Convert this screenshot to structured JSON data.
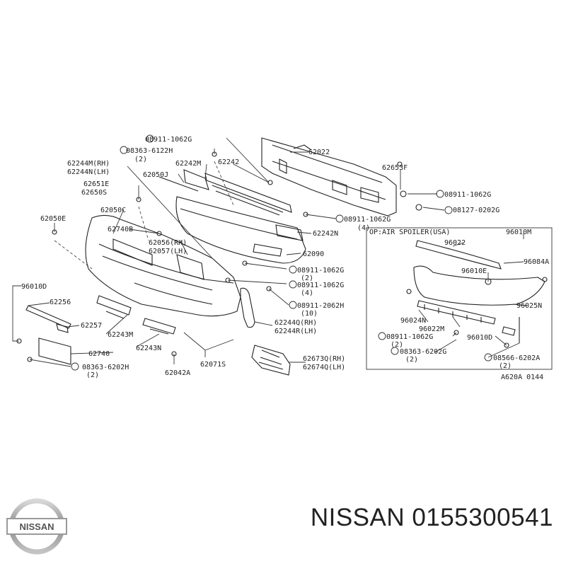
{
  "diagram": {
    "labels": {
      "l62022": "62022",
      "l62653f": "62653F",
      "l08911a": "08911-1062G",
      "l08363a": "08363-6122H",
      "l08363a_q": "(2)",
      "l62244m": "62244M(RH)",
      "l62244n": "62244N(LH)",
      "l62242m": "62242M",
      "l62242": "62242",
      "l62050j": "62050J",
      "l62651e": "62651E",
      "l62650s": "62650S",
      "l62050c": "62050C",
      "l62050e": "62050E",
      "l62740b": "62740B",
      "l62056": "62056(RH)",
      "l62057": "62057(LH)",
      "l08911b": "08911-1062G",
      "l08127": "08127-0202G",
      "l08911c": "08911-1062G",
      "l08911c_q": "(4)",
      "l62242n": "62242N",
      "l62090": "62090",
      "l08911d": "08911-1062G",
      "l08911d_q": "(2)",
      "l08911e": "08911-1062G",
      "l08911e_q": "(4)",
      "l08911f": "08911-2062H",
      "l08911f_q": "(10)",
      "l62244q": "62244Q(RH)",
      "l62244r": "62244R(LH)",
      "l96010d": "96010D",
      "l62256": "62256",
      "l62257": "62257",
      "l62243m": "62243M",
      "l62740": "62740",
      "l08363b": "08363-6202H",
      "l08363b_q": "(2)",
      "l62243n": "62243N",
      "l62042a": "62042A",
      "l62071s": "62071S",
      "l62673q": "62673Q(RH)",
      "l62674q": "62674Q(LH)",
      "inset_title": "OP:AIR SPOILER(USA)",
      "l96010m": "96010M",
      "l96022": "96022",
      "l96084a": "96084A",
      "l96010e": "96010E",
      "l96025n": "96025N",
      "l96024n": "96024N",
      "l96022m": "96022M",
      "l96010d2": "96010D",
      "l08911g": "08911-1062G",
      "l08911g_q": "(2)",
      "l08363c": "08363-6202G",
      "l08363c_q": "(2)",
      "l08566": "08566-6202A",
      "l08566_q": "(2)",
      "ref_code": "A620A 0144"
    }
  },
  "brand": {
    "logo_text": "NISSAN",
    "caption": "NISSAN 0155300541"
  }
}
